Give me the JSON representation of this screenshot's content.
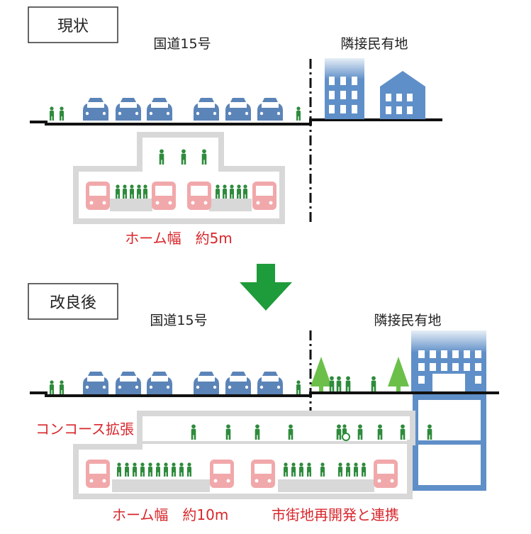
{
  "colors": {
    "accent_red": "#d9262b",
    "arrow_green": "#1e9b3a",
    "people_green": "#2e8b3c",
    "tree_green": "#6cc04a",
    "car_blue": "#5b84b8",
    "building_blue": "#5f8fc8",
    "train_pink": "#f1a8aa",
    "structure_gray": "#d8d8d8",
    "ground_black": "#111111"
  },
  "current": {
    "section_label": "現状",
    "road_label": "国道15号",
    "land_label": "隣接民有地",
    "platform_note": "ホーム幅　約5m"
  },
  "improved": {
    "section_label": "改良後",
    "road_label": "国道15号",
    "land_label": "隣接民有地",
    "concourse_note": "コンコース拡張",
    "platform_note": "ホーム幅　約10m",
    "redevelopment_note": "市街地再開発と連携"
  },
  "icons": {
    "people": "pedestrian-icon",
    "car": "car-icon",
    "train": "train-front-icon",
    "tree": "tree-icon",
    "office": "office-building-icon",
    "house": "house-icon",
    "wheelchair": "wheelchair-icon",
    "arrow": "down-arrow-icon"
  }
}
